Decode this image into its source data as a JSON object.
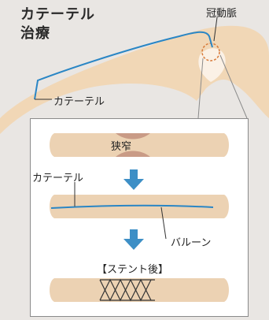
{
  "title": {
    "line1": "カテーテル",
    "line2": "治療"
  },
  "labels": {
    "coronary_artery": "冠動脈",
    "catheter_arm": "カテーテル",
    "stenosis": "狭窄",
    "catheter_inset": "カテーテル",
    "balloon": "バルーン",
    "after_stent": "【ステント後】"
  },
  "colors": {
    "skin": "#f1d7b6",
    "vessel": "#ecd2b3",
    "wire": "#2a86c5",
    "arrow": "#3d8fc6",
    "stenosis": "#c99b86"
  }
}
